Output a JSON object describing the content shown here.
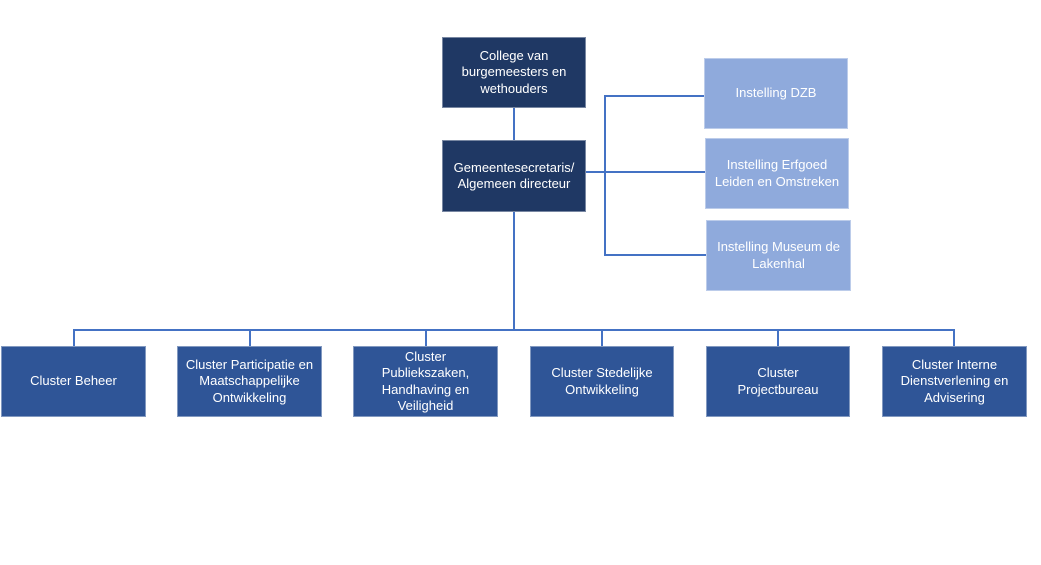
{
  "top": {
    "college": "College van burgemeesters en wethouders",
    "secretaris": "Gemeentesecretaris/ Algemeen directeur"
  },
  "instellingen": [
    "Instelling DZB",
    "Instelling Erfgoed Leiden en Omstreken",
    "Instelling Museum de Lakenhal"
  ],
  "clusters": [
    "Cluster Beheer",
    "Cluster Participatie en Maatschappelijke Ontwikkeling",
    "Cluster Publiekszaken, Handhaving en Veiligheid",
    "Cluster Stedelijke Ontwikkeling",
    "Cluster Projectbureau",
    "Cluster Interne Dienstverlening en Advisering"
  ],
  "colors": {
    "dark": "#1f3864",
    "mid": "#2f5597",
    "light": "#8faadc",
    "line": "#4472c4"
  }
}
